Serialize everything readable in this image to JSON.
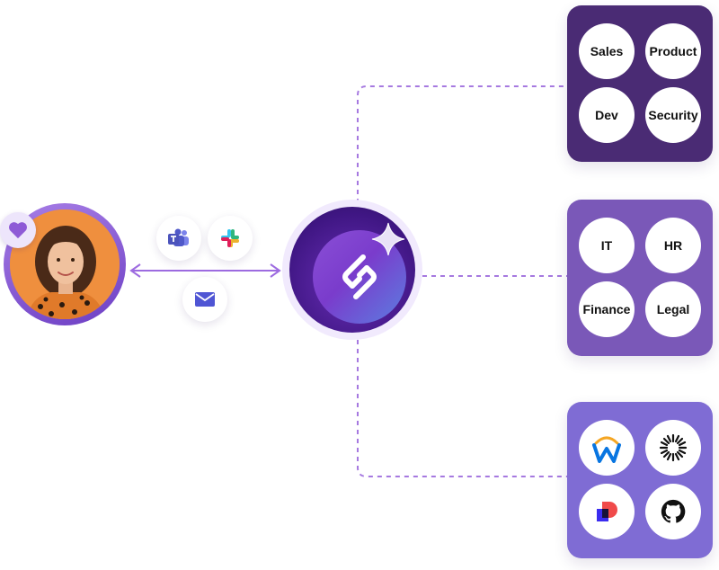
{
  "colors": {
    "accent": "#8e5ad6",
    "connector": "#a679e0",
    "card_dark": "#4a2b74",
    "card_mid": "#7a58b8",
    "card_light": "#7f6cd4"
  },
  "user": {
    "avatar": "person-avatar",
    "badge_icon": "heart-icon"
  },
  "channels": [
    {
      "icon": "microsoft-teams-icon"
    },
    {
      "icon": "slack-icon"
    },
    {
      "icon": "mail-icon"
    }
  ],
  "hub": {
    "icon": "hub-logo-icon",
    "sparkle": "sparkle-icon"
  },
  "groups": {
    "teams": [
      "Sales",
      "Product",
      "Dev",
      "Security"
    ],
    "departments": [
      "IT",
      "HR",
      "Finance",
      "Legal"
    ],
    "integrations": [
      "workday-icon",
      "sunburst-app-icon",
      "red-blue-app-icon",
      "github-icon"
    ]
  }
}
